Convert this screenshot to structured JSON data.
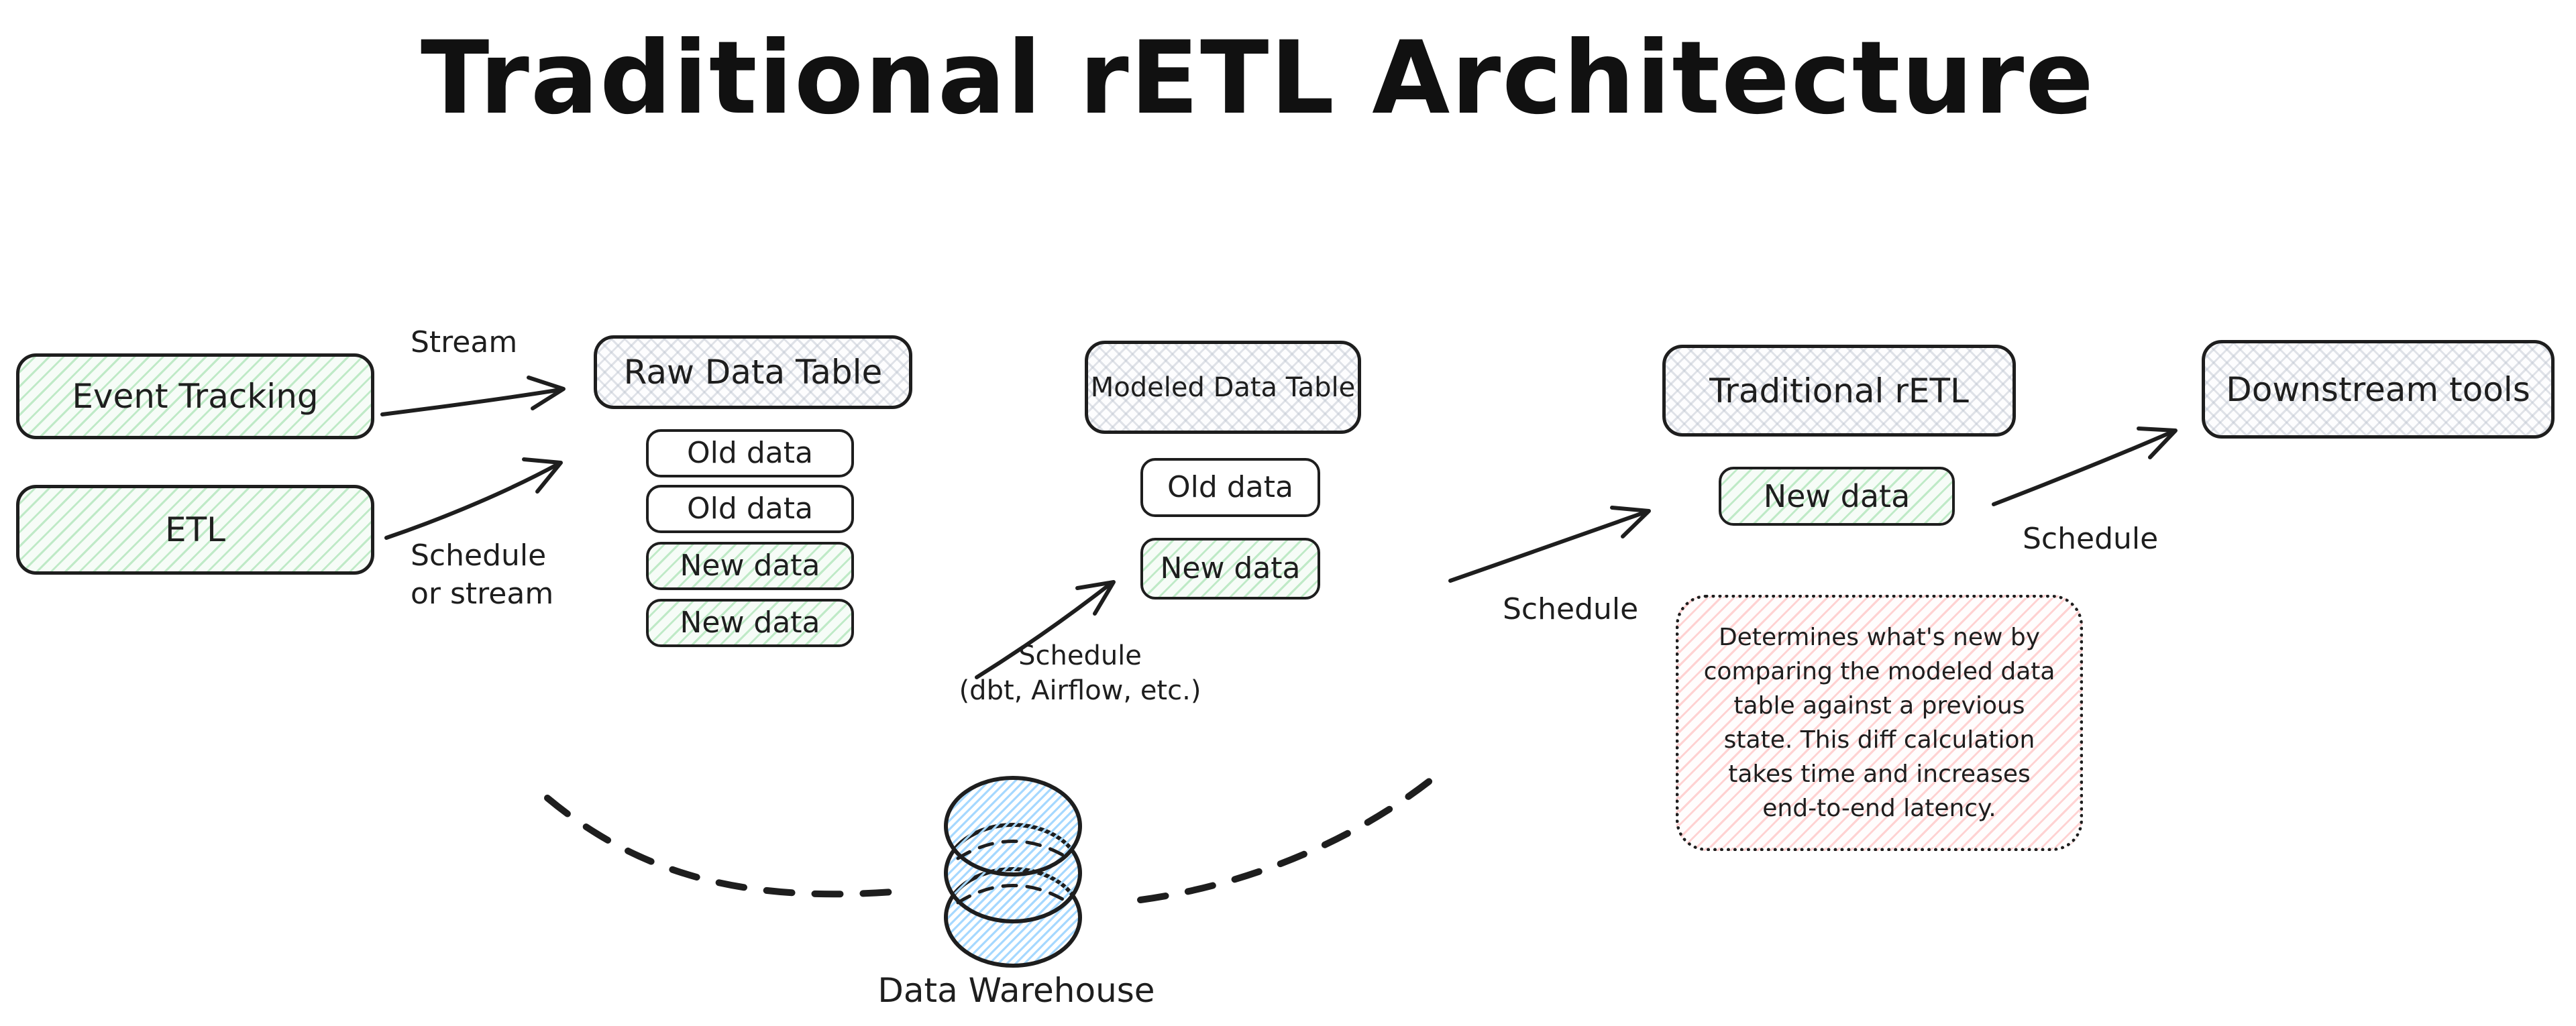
{
  "title": "Traditional rETL Architecture",
  "sources": {
    "event_tracking": {
      "label": "Event Tracking"
    },
    "etl": {
      "label": "ETL"
    }
  },
  "raw_table": {
    "title": "Raw Data Table",
    "rows": [
      {
        "label": "Old data",
        "state": "old"
      },
      {
        "label": "Old data",
        "state": "old"
      },
      {
        "label": "New data",
        "state": "new"
      },
      {
        "label": "New data",
        "state": "new"
      }
    ]
  },
  "modeled_table": {
    "title": "Modeled Data Table",
    "rows": [
      {
        "label": "Old data",
        "state": "old"
      },
      {
        "label": "New data",
        "state": "new"
      }
    ]
  },
  "retl": {
    "title": "Traditional rETL",
    "rows": [
      {
        "label": "New data",
        "state": "new"
      }
    ]
  },
  "downstream": {
    "title": "Downstream tools"
  },
  "edges": {
    "stream": "Stream",
    "schedule_or_stream_line1": "Schedule",
    "schedule_or_stream_line2": "or stream",
    "schedule_dbt_line1": "Schedule",
    "schedule_dbt_line2": "(dbt, Airflow, etc.)",
    "schedule_mid": "Schedule",
    "schedule_right": "Schedule"
  },
  "note": {
    "lines": [
      "Determines what's new by",
      "comparing the modeled data",
      "table against a previous",
      "state. This diff calculation",
      "takes time and increases",
      "end-to-end latency."
    ]
  },
  "warehouse": {
    "label": "Data Warehouse"
  },
  "colors": {
    "ink": "#1e1e1e",
    "green_hatch": "#40c057",
    "gray_hatch": "#c3c9d4",
    "red_hatch": "#ffc9c9",
    "blue_hatch": "#74c0fc"
  }
}
